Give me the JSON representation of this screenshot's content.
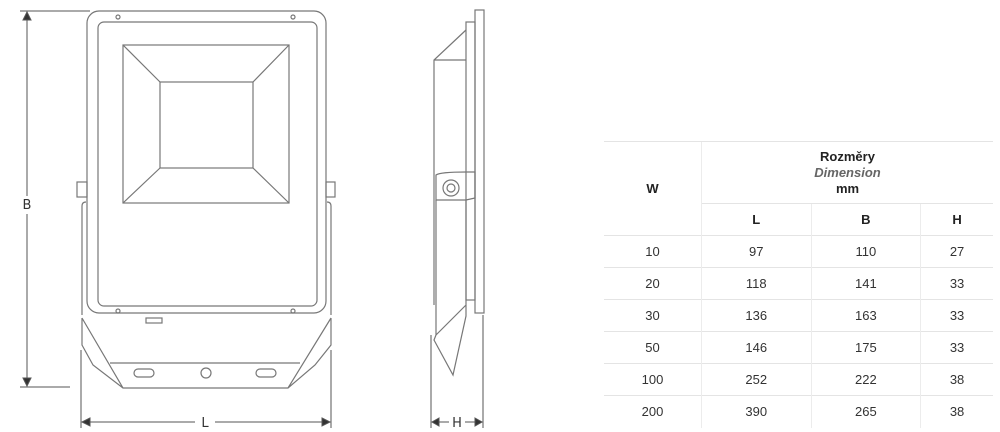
{
  "drawing": {
    "dimension_labels": {
      "B": "B",
      "L": "L",
      "H": "H"
    }
  },
  "table": {
    "col_w": "W",
    "group_header": {
      "cz": "Rozměry",
      "en": "Dimension",
      "unit": "mm"
    },
    "sub_headers": [
      "L",
      "B",
      "H"
    ],
    "rows": [
      [
        "10",
        "97",
        "110",
        "27"
      ],
      [
        "20",
        "118",
        "141",
        "33"
      ],
      [
        "30",
        "136",
        "163",
        "33"
      ],
      [
        "50",
        "146",
        "175",
        "33"
      ],
      [
        "100",
        "252",
        "222",
        "38"
      ],
      [
        "200",
        "390",
        "265",
        "38"
      ]
    ]
  }
}
